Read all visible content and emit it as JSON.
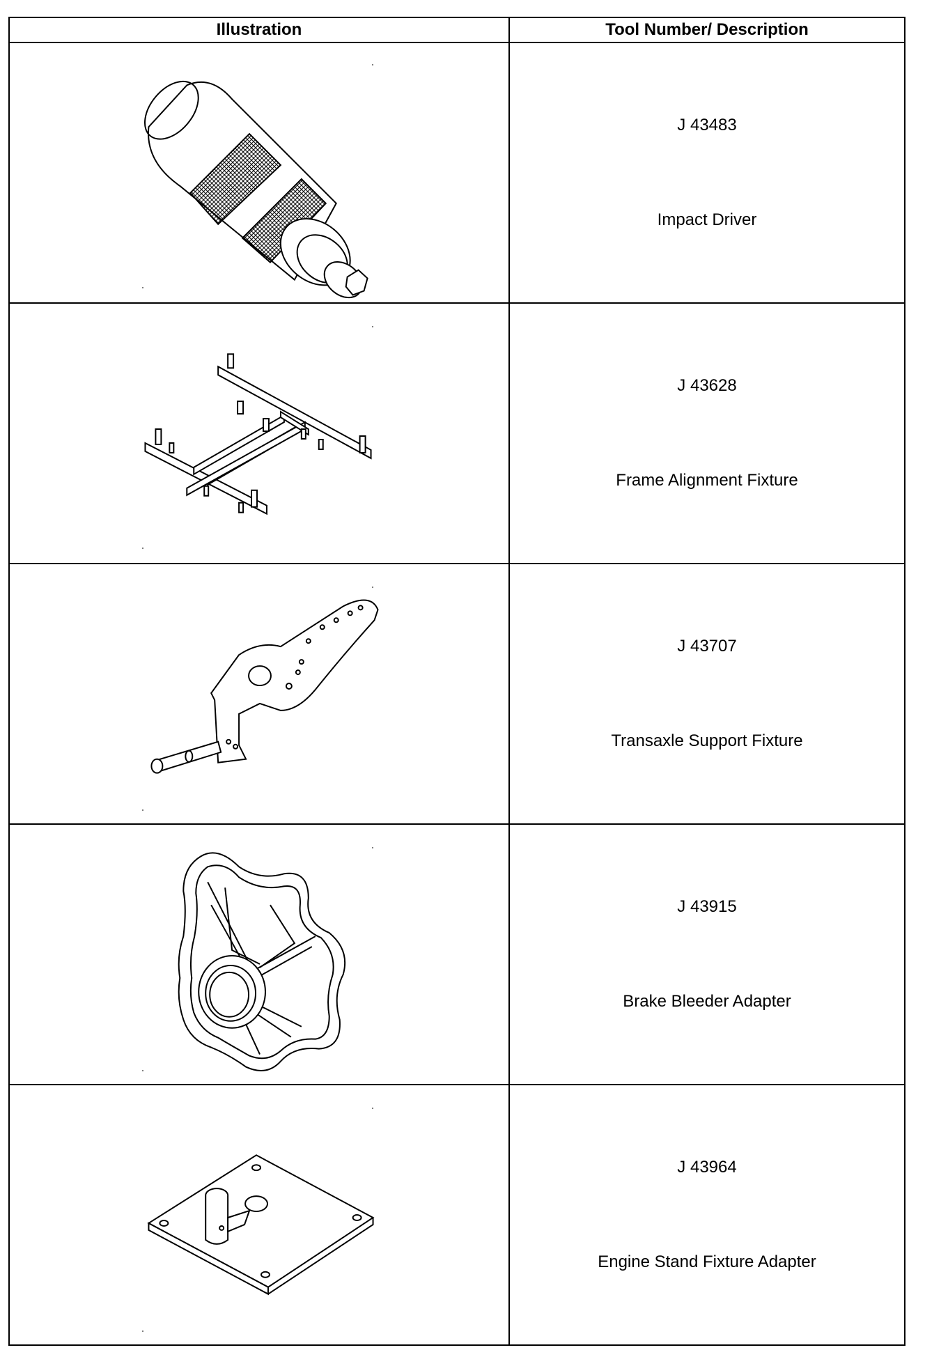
{
  "table": {
    "headers": {
      "illustration": "Illustration",
      "tool": "Tool Number/ Description"
    },
    "rows": [
      {
        "number": "J 43483",
        "description": "Impact Driver",
        "icon": "impact-driver-icon"
      },
      {
        "number": "J 43628",
        "description": "Frame Alignment Fixture",
        "icon": "frame-alignment-fixture-icon"
      },
      {
        "number": "J 43707",
        "description": "Transaxle Support Fixture",
        "icon": "transaxle-support-fixture-icon"
      },
      {
        "number": "J 43915",
        "description": "Brake Bleeder Adapter",
        "icon": "brake-bleeder-adapter-icon"
      },
      {
        "number": "J 43964",
        "description": "Engine Stand Fixture Adapter",
        "icon": "engine-stand-fixture-adapter-icon"
      }
    ]
  }
}
